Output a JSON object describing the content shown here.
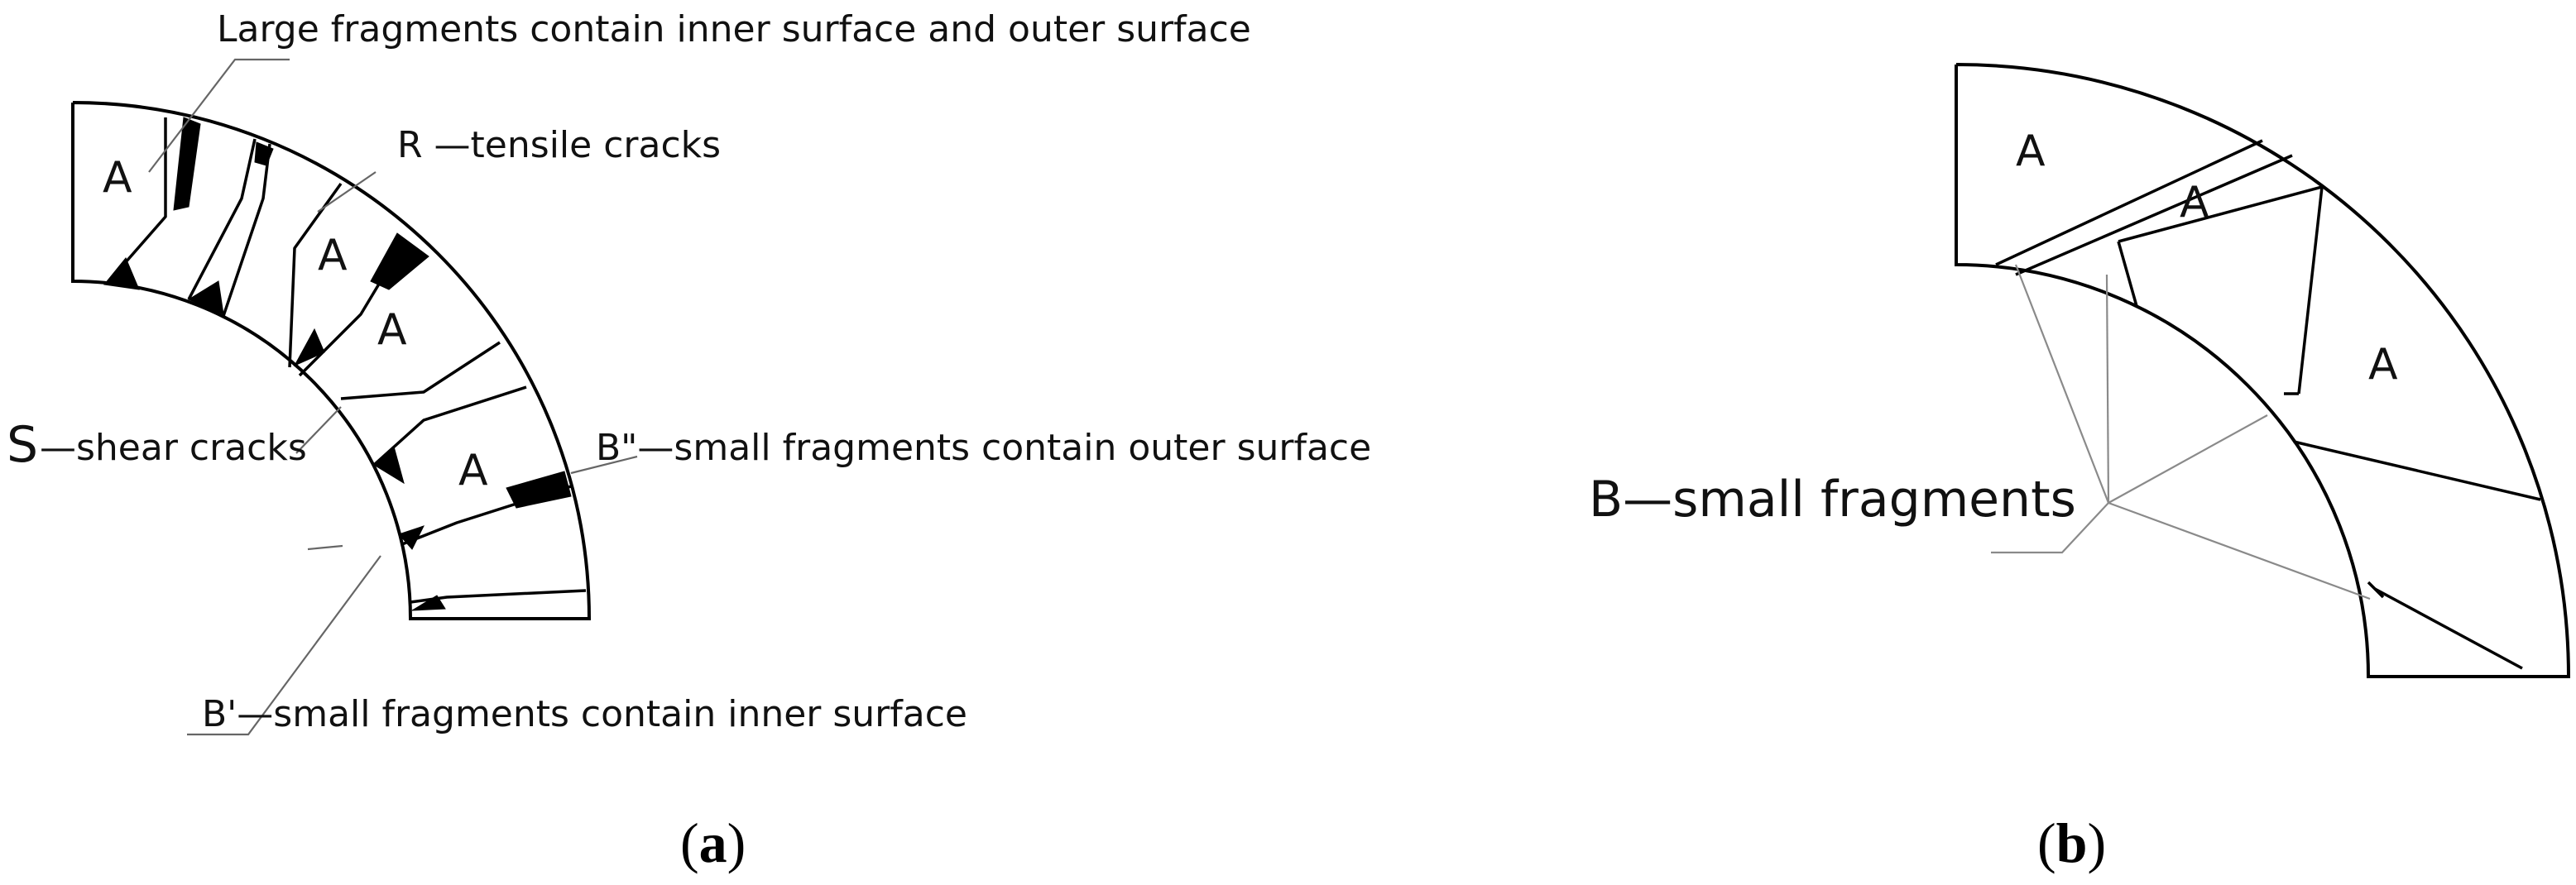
{
  "panel_a": {
    "caption_open": "(",
    "caption_letter": "a",
    "caption_close": ")",
    "label_large_fragments": "Large fragments contain inner surface and outer surface",
    "label_tensile": "R —tensile cracks",
    "label_shear_letter": "S",
    "label_shear_text": "—shear cracks",
    "label_outer": "B\"—small fragments contain outer surface",
    "label_inner": "B'—small fragments contain inner surface",
    "fragment_marks": [
      "A",
      "A",
      "A",
      "A"
    ]
  },
  "panel_b": {
    "caption_open": "(",
    "caption_letter": "b",
    "caption_close": ")",
    "label_small_fragments": "B—small fragments",
    "fragment_marks": [
      "A",
      "A",
      "A"
    ]
  }
}
